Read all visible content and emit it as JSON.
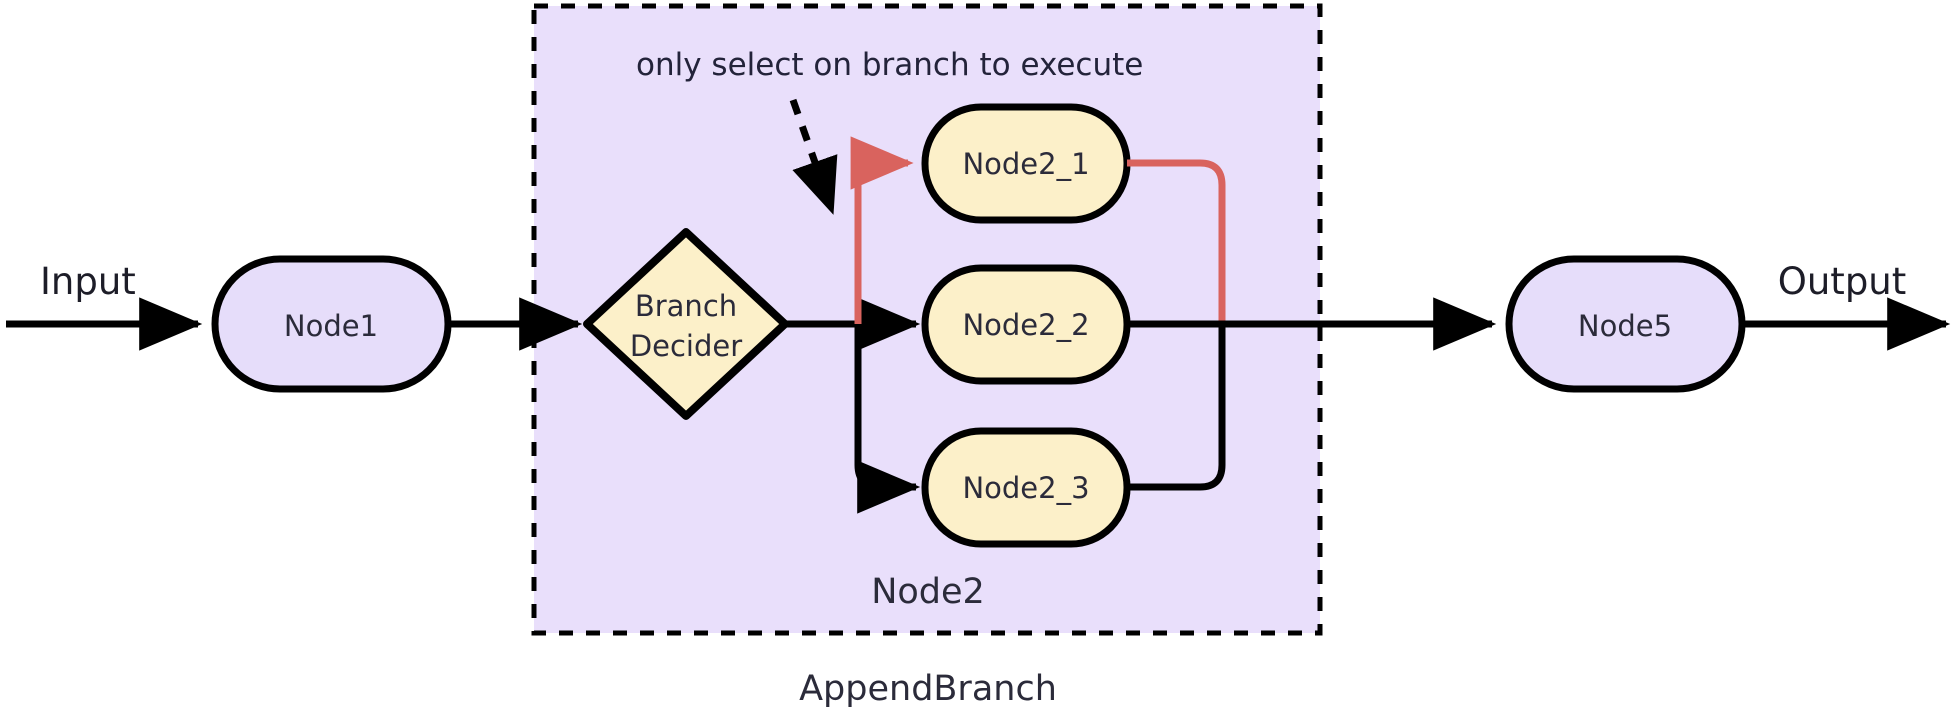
{
  "diagram": {
    "title": "AppendBranch",
    "group_title_outer": "AppendBranch",
    "group_title_inner": "Node2",
    "annotation": "only select on branch to execute",
    "io": {
      "input_label": "Input",
      "output_label": "Output"
    },
    "nodes": {
      "node1": "Node1",
      "decider_line1": "Branch",
      "decider_line2": "Decider",
      "branch1": "Node2_1",
      "branch2": "Node2_2",
      "branch3": "Node2_3",
      "node5": "Node5"
    },
    "colors": {
      "group_fill": "#e9dffb",
      "group_border": "#000000",
      "process_fill": "#e6ddfa",
      "branch_fill": "#fcf0c9",
      "decider_fill": "#fcf0c9",
      "stroke": "#000000",
      "highlight": "#d9635e",
      "text": "#2b2b3a",
      "page_background": "#ffffff"
    },
    "highlighted_branch": "Node2_1"
  }
}
